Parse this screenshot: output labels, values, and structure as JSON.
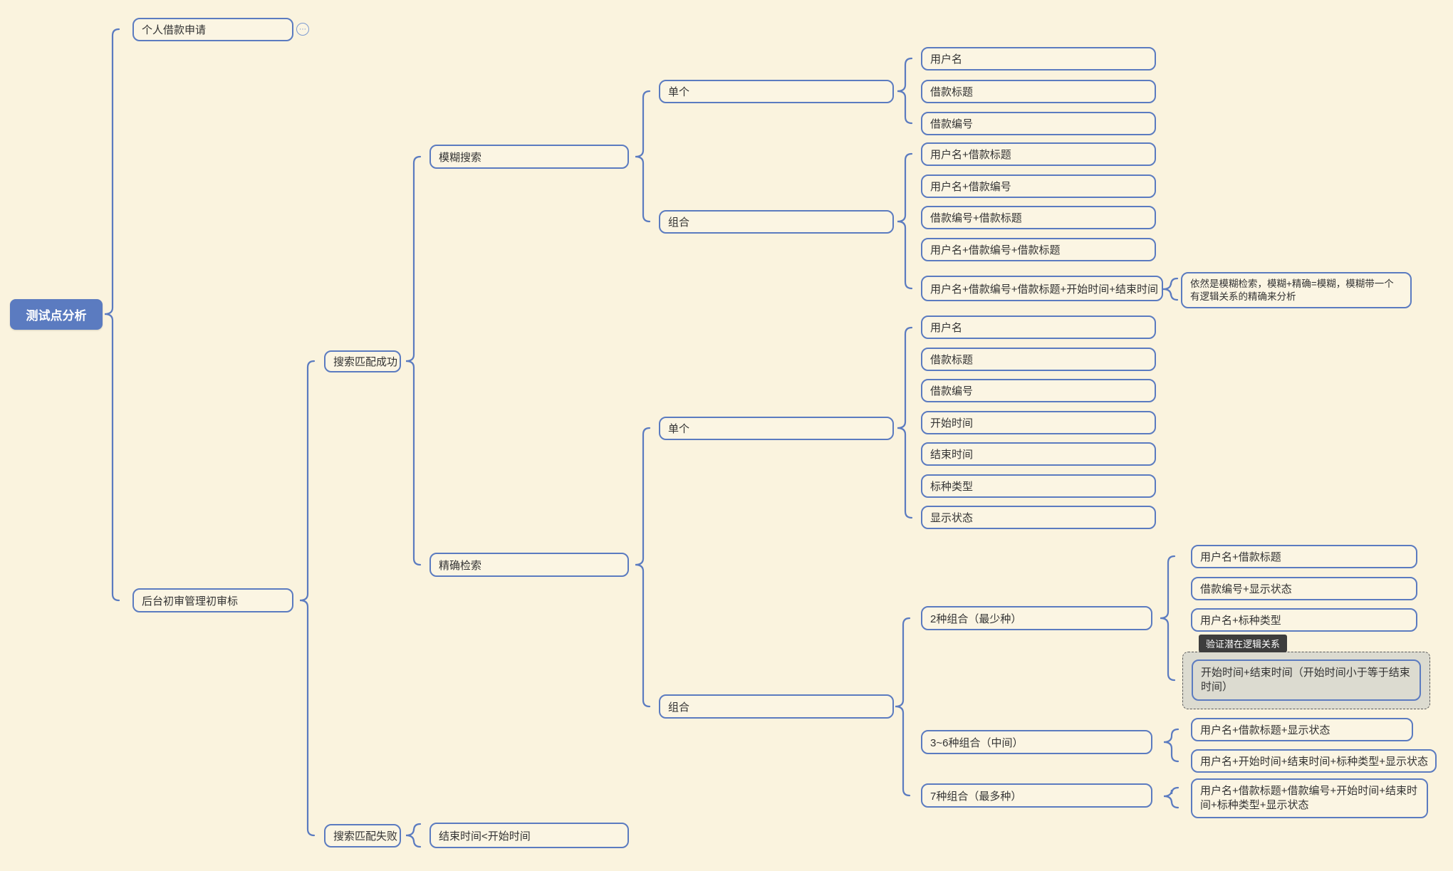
{
  "palette": {
    "background": "#FAF3DE",
    "node_border": "#5B7BC0",
    "connector": "#5B7BC0",
    "root_bg": "#5B7BC0",
    "root_text": "#FFFFFF",
    "text": "#333333",
    "tag_bg": "#3D3D3D",
    "tag_text": "#FFFFFF",
    "group_bg": "#DCDBD0"
  },
  "icons": {
    "collapse_indicator": "⋯"
  },
  "nodes": {
    "root": "测试点分析",
    "personal_loan": "个人借款申请",
    "backend_review": "后台初审管理初审标",
    "search_success": "搜索匹配成功",
    "search_fail": "搜索匹配失败",
    "fail_leaf": "结束时间<开始时间",
    "fuzzy_search": "模糊搜索",
    "exact_search": "精确检索",
    "fuzzy_single": "单个",
    "fuzzy_combo": "组合",
    "exact_single": "单个",
    "exact_combo": "组合",
    "fuzzy_single_items": [
      "用户名",
      "借款标题",
      "借款编号"
    ],
    "fuzzy_combo_items": [
      "用户名+借款标题",
      "用户名+借款编号",
      "借款编号+借款标题",
      "用户名+借款编号+借款标题",
      "用户名+借款编号+借款标题+开始时间+结束时间"
    ],
    "fuzzy_note": "依然是模糊检索，模糊+精确=模糊，模糊带一个有逻辑关系的精确来分析",
    "exact_single_items": [
      "用户名",
      "借款标题",
      "借款编号",
      "开始时间",
      "结束时间",
      "标种类型",
      "显示状态"
    ],
    "combo_2": "2种组合（最少种）",
    "combo_2_items": [
      "用户名+借款标题",
      "借款编号+显示状态",
      "用户名+标种类型"
    ],
    "logic_tag": "验证潜在逻辑关系",
    "logic_node": "开始时间+结束时间（开始时间小于等于结束时间）",
    "combo_36": "3~6种组合（中间）",
    "combo_36_items": [
      "用户名+借款标题+显示状态",
      "用户名+开始时间+结束时间+标种类型+显示状态"
    ],
    "combo_7": "7种组合（最多种）",
    "combo_7_items": [
      "用户名+借款标题+借款编号+开始时间+结束时间+标种类型+显示状态"
    ]
  }
}
